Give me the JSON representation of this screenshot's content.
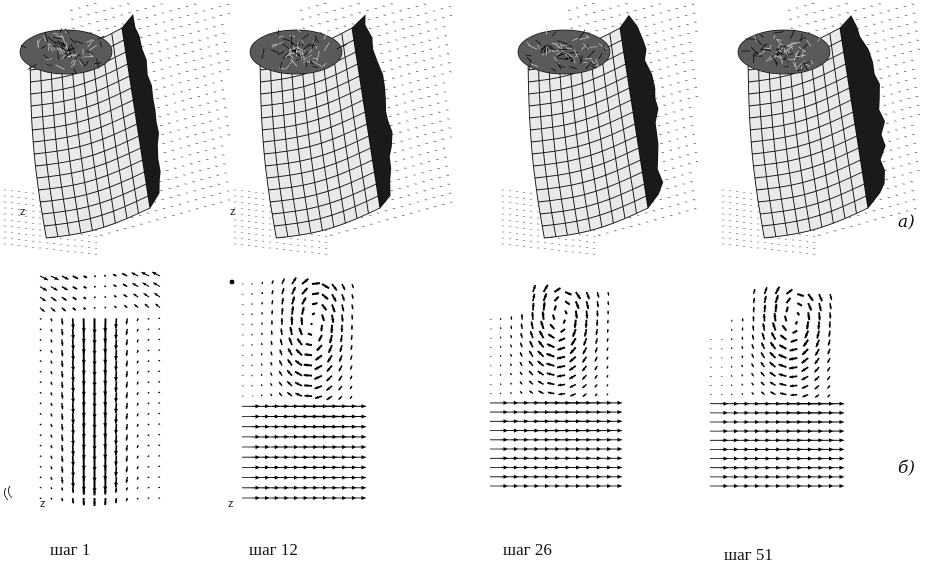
{
  "figure": {
    "row_labels": {
      "top": "а)",
      "bottom": "б)"
    },
    "axis_letter": "z",
    "steps": [
      {
        "label": "шаг 1"
      },
      {
        "label": "шаг 12"
      },
      {
        "label": "шаг 26"
      },
      {
        "label": "шаг 51"
      }
    ],
    "colors": {
      "ink": "#111111",
      "mesh_dark": "#1a1a1a",
      "arrow": "#000000"
    }
  }
}
